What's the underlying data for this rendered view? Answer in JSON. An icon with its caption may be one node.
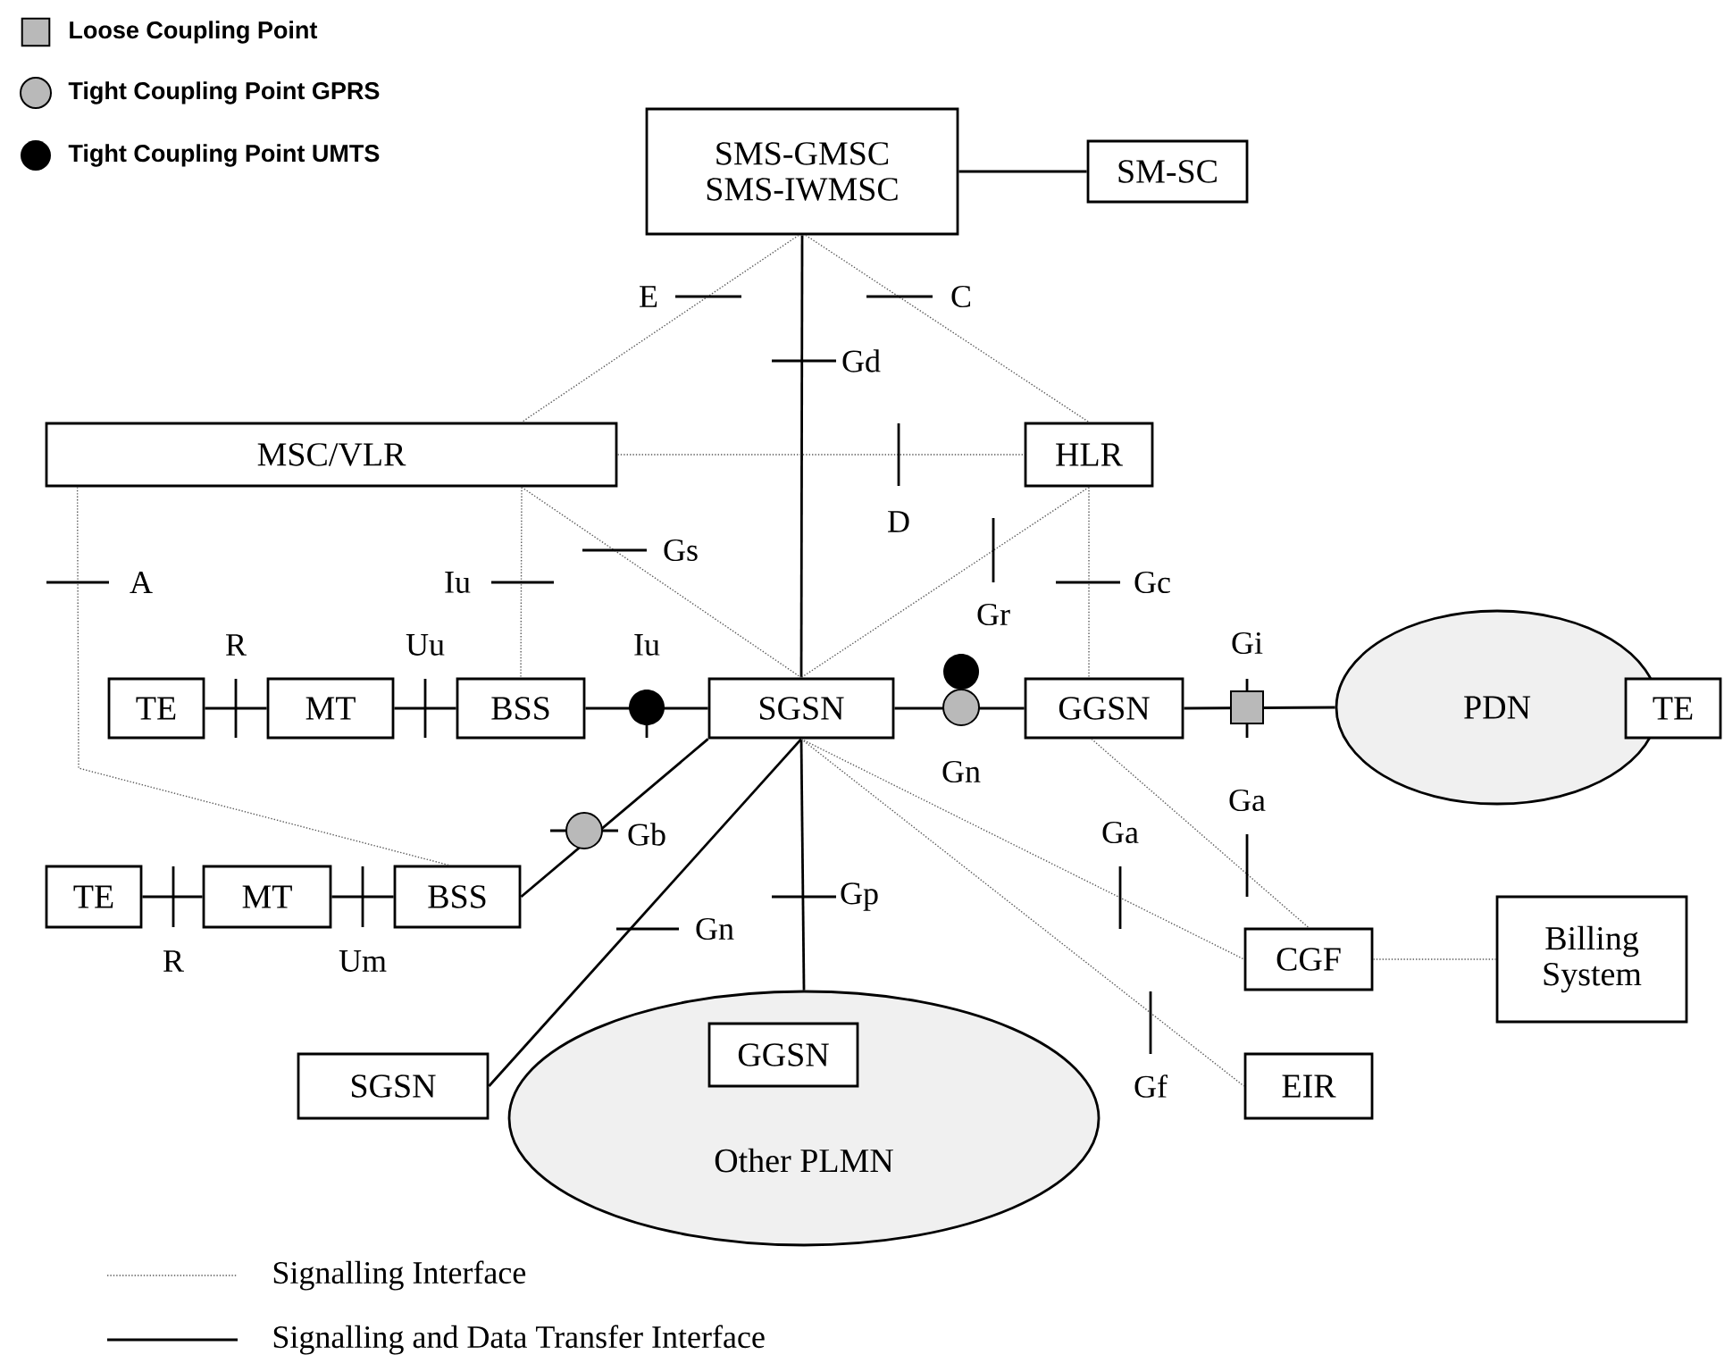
{
  "diagram": {
    "nodes": [
      {
        "text": [
          "SMS-GMSC SMS-IWMSC"
        ]
      },
      {
        "text": [
          "SM-SC"
        ]
      },
      {
        "text": [
          "MSC/VLR"
        ]
      },
      {
        "text": [
          "HLR"
        ]
      },
      {
        "text": [
          "TE"
        ]
      },
      {
        "text": [
          "MT"
        ]
      },
      {
        "text": [
          "BSS"
        ]
      },
      {
        "text": [
          "SGSN"
        ]
      },
      {
        "text": [
          "GGSN"
        ]
      },
      {
        "text": [
          "PDN"
        ]
      },
      {
        "text": [
          "TE"
        ]
      },
      {
        "text": [
          "TE"
        ]
      },
      {
        "text": [
          "MT"
        ]
      },
      {
        "text": [
          "BSS"
        ]
      },
      {
        "text": [
          "SGSN"
        ]
      },
      {
        "text": [
          "Other PLMN"
        ]
      },
      {
        "text": [
          "GGSN"
        ],
        "in": 15
      },
      {
        "text": [
          "CGF"
        ]
      },
      {
        "text": [
          "Billing System"
        ]
      },
      {
        "text": [
          "EIR"
        ]
      }
    ],
    "edges": [
      {
        "from": 0,
        "to": 1,
        "arrow": "none"
      },
      {
        "from": 0,
        "to": 2,
        "arrow": "none",
        "label": "E",
        "style": "dashed"
      },
      {
        "from": 0,
        "to": 3,
        "arrow": "none",
        "label": "C",
        "style": "dashed"
      },
      {
        "from": 0,
        "to": 7,
        "arrow": "none",
        "label": "Gd"
      },
      {
        "from": 2,
        "to": 3,
        "arrow": "none",
        "label": "D",
        "style": "dashed"
      },
      {
        "from": 2,
        "to": 13,
        "arrow": "none",
        "label": "A",
        "style": "dashed"
      },
      {
        "from": 2,
        "to": 6,
        "arrow": "none",
        "label": "Iu",
        "style": "dashed"
      },
      {
        "from": 2,
        "to": 7,
        "arrow": "none",
        "label": "Gs",
        "style": "dashed"
      },
      {
        "from": 3,
        "to": 7,
        "arrow": "none",
        "label": "Gr",
        "style": "dashed"
      },
      {
        "from": 3,
        "to": 8,
        "arrow": "none",
        "label": "Gc",
        "style": "dashed"
      },
      {
        "from": 4,
        "to": 5,
        "arrow": "none",
        "label": "R"
      },
      {
        "from": 5,
        "to": 6,
        "arrow": "none",
        "label": "Uu"
      },
      {
        "from": 6,
        "to": 7,
        "arrow": "none",
        "label": "Iu"
      },
      {
        "from": 7,
        "to": 8,
        "arrow": "none",
        "label": "Gn"
      },
      {
        "from": 8,
        "to": 9,
        "arrow": "none",
        "label": "Gi"
      },
      {
        "from": 13,
        "to": 7,
        "arrow": "none",
        "label": "Gb"
      },
      {
        "from": 14,
        "to": 7,
        "arrow": "none",
        "label": "Gn"
      },
      {
        "from": 7,
        "to": 15,
        "arrow": "none",
        "label": "Gp"
      },
      {
        "from": 8,
        "to": 17,
        "arrow": "none",
        "label": "Ga",
        "style": "dashed"
      },
      {
        "from": 7,
        "to": 17,
        "arrow": "none",
        "label": "Ga",
        "style": "dashed"
      },
      {
        "from": 7,
        "to": 19,
        "arrow": "none",
        "label": "Gf",
        "style": "dashed"
      },
      {
        "from": 17,
        "to": 18,
        "arrow": "none",
        "style": "dashed"
      },
      {
        "from": 11,
        "to": 12,
        "arrow": "none",
        "label": "R"
      },
      {
        "from": 12,
        "to": 13,
        "arrow": "none",
        "label": "Um"
      }
    ],
    "legend": [
      {
        "text": "Loose Coupling Point"
      },
      {
        "text": "Tight Coupling Point GPRS"
      },
      {
        "text": "Tight Coupling Point UMTS"
      },
      {
        "text": "Signalling Interface"
      },
      {
        "text": "Signalling and Data Transfer Interface"
      }
    ]
  }
}
